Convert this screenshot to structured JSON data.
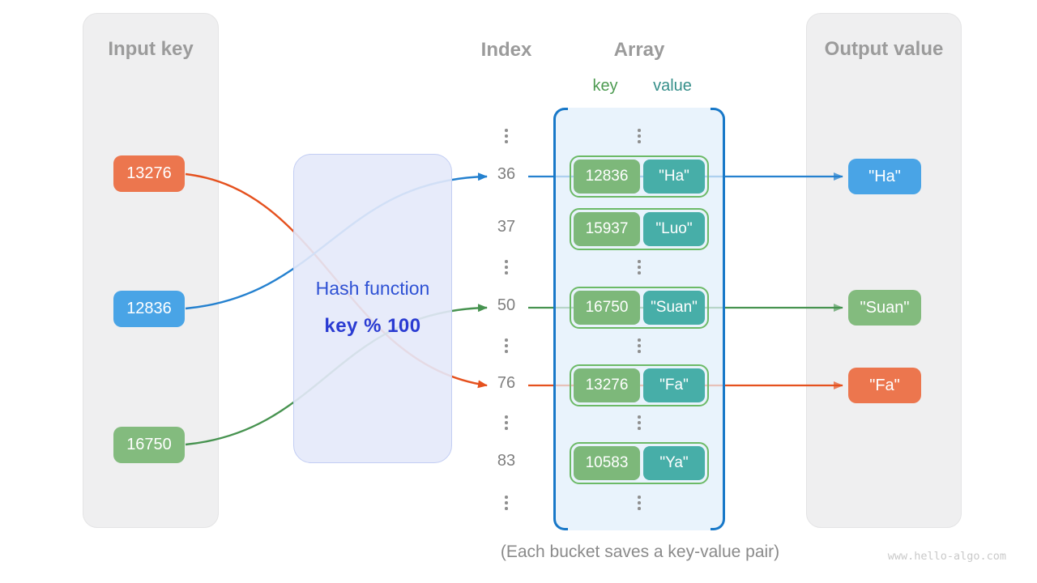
{
  "panels": {
    "input_title": "Input key",
    "output_title": "Output value"
  },
  "headers": {
    "index": "Index",
    "array": "Array",
    "key": "key",
    "value": "value"
  },
  "hash_function": {
    "name": "Hash function",
    "formula": "key % 100"
  },
  "input_keys": [
    {
      "value": "13276",
      "color": "#ec764e"
    },
    {
      "value": "12836",
      "color": "#49a4e6"
    },
    {
      "value": "16750",
      "color": "#83bb7e"
    }
  ],
  "index_labels": [
    "36",
    "37",
    "50",
    "76",
    "83"
  ],
  "buckets": [
    {
      "key": "12836",
      "value": "\"Ha\""
    },
    {
      "key": "15937",
      "value": "\"Luo\""
    },
    {
      "key": "16750",
      "value": "\"Suan\""
    },
    {
      "key": "13276",
      "value": "\"Fa\""
    },
    {
      "key": "10583",
      "value": "\"Ya\""
    }
  ],
  "output_values": [
    {
      "value": "\"Ha\"",
      "color": "#49a4e6"
    },
    {
      "value": "\"Suan\"",
      "color": "#83bb7e"
    },
    {
      "value": "\"Fa\"",
      "color": "#ec764e"
    }
  ],
  "caption": "(Each bucket saves a key-value pair)",
  "watermark": "www.hello-algo.com",
  "colors": {
    "arrow_blue": "#2581cf",
    "arrow_green": "#479350",
    "arrow_orange": "#e5511e",
    "array_border": "#1878c8",
    "bucket_border": "#6cba67",
    "key_box_green": "#7db87a",
    "value_box_teal": "#47aea8",
    "hash_text_blue": "#2e51d4",
    "panel_gray": "#efeff0"
  }
}
